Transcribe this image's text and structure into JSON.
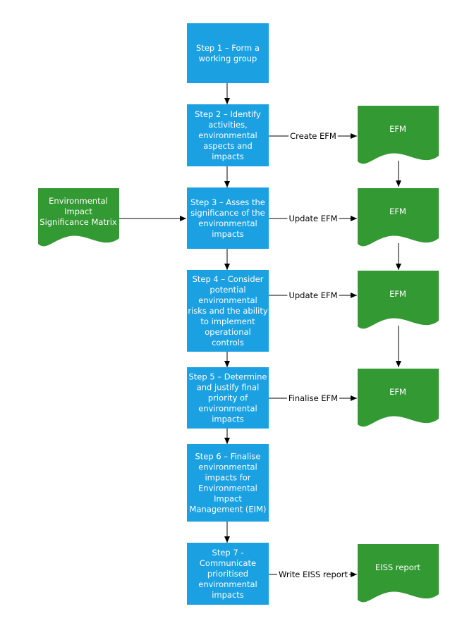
{
  "colors": {
    "process": "#1ba1e2",
    "document": "#339933",
    "arrow": "#000000",
    "text_on_shape": "#ffffff",
    "edge_label": "#000000"
  },
  "steps": [
    {
      "lines": [
        "Step 1 – Form a",
        "working group"
      ]
    },
    {
      "lines": [
        "Step 2 – Identify",
        "activities,",
        "environmental",
        "aspects and",
        "impacts"
      ]
    },
    {
      "lines": [
        "Step 3 – Asses the",
        "significance of the",
        "environmental",
        "impacts"
      ]
    },
    {
      "lines": [
        "Step 4 – Consider",
        "potential",
        "environmental",
        "risks and the ability",
        "to implement",
        "operational",
        "controls"
      ]
    },
    {
      "lines": [
        "Step 5 – Determine",
        "and justify final",
        "priority of",
        "environmental",
        "impacts"
      ]
    },
    {
      "lines": [
        "Step 6 – Finalise",
        "environmental",
        "impacts for",
        "Environmental",
        "Impact",
        "Management (EIM)"
      ]
    },
    {
      "lines": [
        "Step 7 -",
        "Communicate",
        "prioritised",
        "environmental",
        "impacts"
      ]
    }
  ],
  "documents": {
    "efm1": {
      "lines": [
        "EFM"
      ]
    },
    "efm2": {
      "lines": [
        "EFM"
      ]
    },
    "efm3": {
      "lines": [
        "EFM"
      ]
    },
    "efm4": {
      "lines": [
        "EFM"
      ]
    },
    "eiss": {
      "lines": [
        "EISS report"
      ]
    },
    "matrix": {
      "lines": [
        "Environmental",
        "Impact",
        "Significance Matrix"
      ]
    }
  },
  "edge_labels": {
    "create_efm": "Create EFM",
    "update_efm_1": "Update EFM",
    "update_efm_2": "Update EFM",
    "finalise_efm": "Finalise EFM",
    "write_eiss": "Write EISS report"
  }
}
